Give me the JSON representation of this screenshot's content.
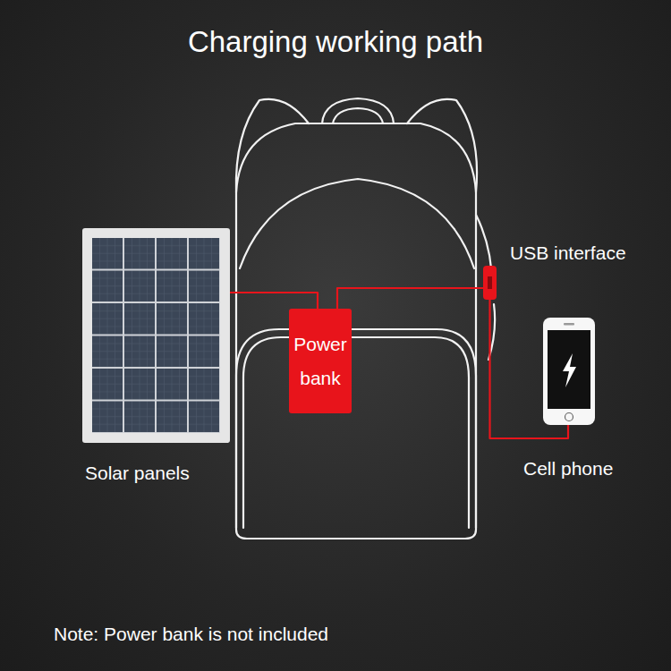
{
  "diagram": {
    "title": "Charging working path",
    "nodes": [
      {
        "text": [
          "Solar panels"
        ]
      },
      {
        "text": [
          "Power bank"
        ]
      },
      {
        "text": [
          "USB interface"
        ]
      },
      {
        "text": [
          "Cell phone"
        ]
      }
    ],
    "edges": [
      {
        "from": 0,
        "to": 1,
        "arrow": "none"
      },
      {
        "from": 1,
        "to": 2,
        "arrow": "none"
      },
      {
        "from": 2,
        "to": 3,
        "arrow": "none"
      }
    ],
    "labels": [
      "Note: Power bank is not included"
    ]
  }
}
